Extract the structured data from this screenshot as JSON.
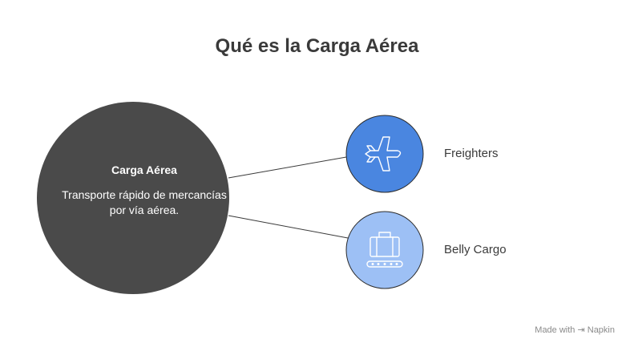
{
  "title": "Qué es la Carga Aérea",
  "center": {
    "title": "Carga Aérea",
    "description": "Transporte rápido de mercancías por vía aérea."
  },
  "items": [
    {
      "label": "Freighters",
      "icon": "airplane-icon",
      "color": "#4a86e0"
    },
    {
      "label": "Belly Cargo",
      "icon": "luggage-conveyor-icon",
      "color": "#9dc0f5"
    }
  ],
  "colors": {
    "center": "#4a4a4a",
    "title": "#3a3a3a"
  },
  "watermark": "Made with ⇥ Napkin"
}
